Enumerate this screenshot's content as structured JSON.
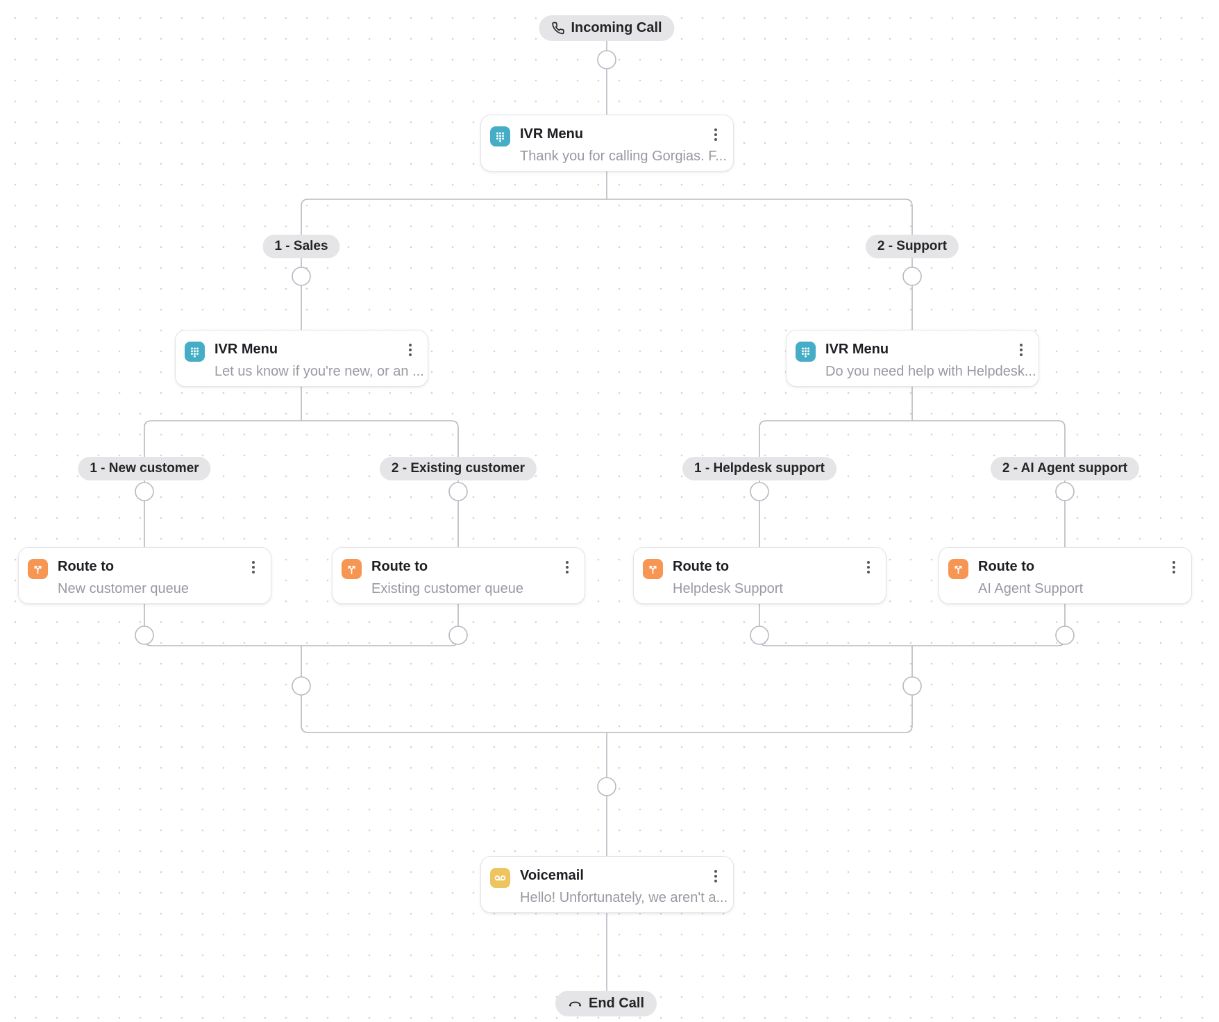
{
  "flow": {
    "entry_label": "Incoming Call",
    "exit_label": "End Call",
    "nodes": [
      {
        "type": "ivr_menu",
        "title": "IVR Menu",
        "subtitle": "Thank you for calling Gorgias. F..."
      },
      {
        "type": "ivr_menu",
        "title": "IVR Menu",
        "subtitle": "Let us know if you're new, or an ..."
      },
      {
        "type": "ivr_menu",
        "title": "IVR Menu",
        "subtitle": "Do you need help with Helpdesk..."
      },
      {
        "type": "route_to",
        "title": "Route to",
        "subtitle": "New customer queue"
      },
      {
        "type": "route_to",
        "title": "Route to",
        "subtitle": "Existing customer queue"
      },
      {
        "type": "route_to",
        "title": "Route to",
        "subtitle": "Helpdesk Support"
      },
      {
        "type": "route_to",
        "title": "Route to",
        "subtitle": "AI Agent Support"
      },
      {
        "type": "voicemail",
        "title": "Voicemail",
        "subtitle": "Hello! Unfortunately, we aren't a..."
      }
    ],
    "branch_labels": {
      "sales": "1 - Sales",
      "support": "2 - Support",
      "new_customer": "1 - New customer",
      "existing_customer": "2 - Existing customer",
      "helpdesk_support": "1 - Helpdesk support",
      "ai_agent_support": "2 - AI Agent support"
    }
  },
  "icons": {
    "entry": "phone-icon",
    "exit": "phone-down-icon",
    "ivr_menu": "keypad-icon",
    "route_to": "route-split-icon",
    "voicemail": "voicemail-icon",
    "card_menu": "kebab-menu-icon"
  },
  "colors": {
    "ivr_icon_bg": "#45adc6",
    "route_icon_bg": "#f79552",
    "voicemail_icon_bg": "#eec45f",
    "connector": "#b8b9c1",
    "pill_bg": "#e5e5e7",
    "pill_text": "#242428",
    "card_border": "#e3e4e8",
    "title_text": "#1d1e22",
    "subtitle_text": "#989aa2"
  }
}
